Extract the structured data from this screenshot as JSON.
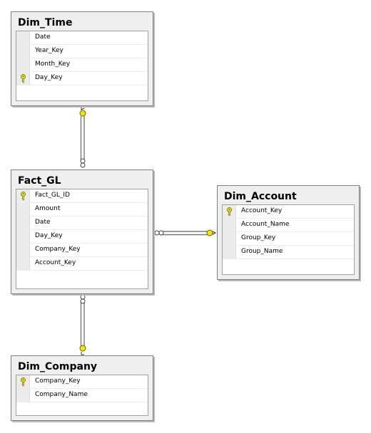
{
  "tables": {
    "dim_time": {
      "name": "Dim_Time",
      "columns": [
        {
          "name": "Date",
          "primary_key": false
        },
        {
          "name": "Year_Key",
          "primary_key": false
        },
        {
          "name": "Month_Key",
          "primary_key": false
        },
        {
          "name": "Day_Key",
          "primary_key": true
        }
      ]
    },
    "fact_gl": {
      "name": "Fact_GL",
      "columns": [
        {
          "name": "Fact_GL_ID",
          "primary_key": true
        },
        {
          "name": "Amount",
          "primary_key": false
        },
        {
          "name": "Date",
          "primary_key": false
        },
        {
          "name": "Day_Key",
          "primary_key": false
        },
        {
          "name": "Company_Key",
          "primary_key": false
        },
        {
          "name": "Account_Key",
          "primary_key": false
        }
      ]
    },
    "dim_account": {
      "name": "Dim_Account",
      "columns": [
        {
          "name": "Account_Key",
          "primary_key": true
        },
        {
          "name": "Account_Name",
          "primary_key": false
        },
        {
          "name": "Group_Key",
          "primary_key": false
        },
        {
          "name": "Group_Name",
          "primary_key": false
        }
      ]
    },
    "dim_company": {
      "name": "Dim_Company",
      "columns": [
        {
          "name": "Company_Key",
          "primary_key": true
        },
        {
          "name": "Company_Name",
          "primary_key": false
        }
      ]
    }
  },
  "relationships": [
    {
      "from": "Fact_GL",
      "to": "Dim_Time",
      "one_side": "Dim_Time",
      "many_side": "Fact_GL"
    },
    {
      "from": "Fact_GL",
      "to": "Dim_Account",
      "one_side": "Dim_Account",
      "many_side": "Fact_GL"
    },
    {
      "from": "Fact_GL",
      "to": "Dim_Company",
      "one_side": "Dim_Company",
      "many_side": "Fact_GL"
    }
  ],
  "colors": {
    "key": "#f2e600",
    "key_outline": "#6a6400",
    "connector": "#7a7a7a"
  }
}
